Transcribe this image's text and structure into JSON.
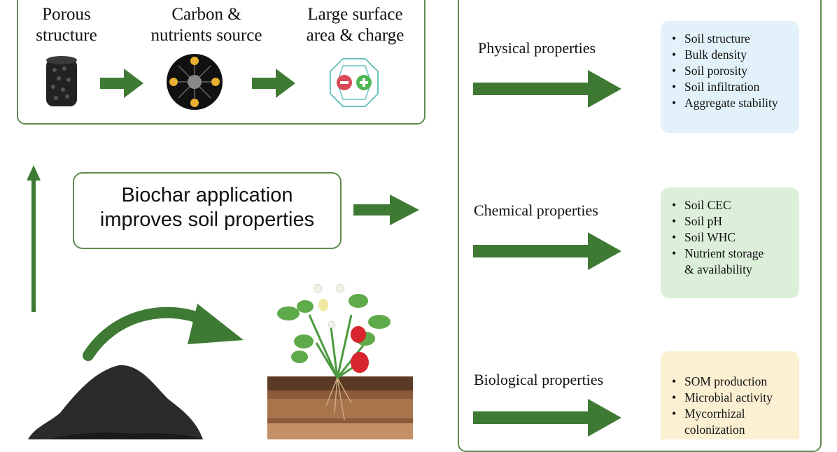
{
  "top_box": {
    "porous": "Porous\nstructure",
    "carbon": "Carbon &\nnutrients source",
    "surface": "Large surface\narea & charge"
  },
  "center": {
    "text": "Biochar application\nimproves soil properties"
  },
  "properties": [
    {
      "title": "Physical properties",
      "color": "#e3f1fa",
      "items": [
        "Soil structure",
        "Bulk density",
        "Soil porosity",
        "Soil infiltration",
        "Aggregate stability"
      ]
    },
    {
      "title": "Chemical properties",
      "color": "#dcefd9",
      "items": [
        "Soil CEC",
        "Soil pH",
        "Soil WHC",
        "Nutrient storage",
        "& availability"
      ]
    },
    {
      "title": "Biological properties",
      "color": "#fbf0d2",
      "items": [
        "SOM production",
        "Microbial activity",
        "Mycorrhizal",
        "colonization"
      ]
    }
  ],
  "colors": {
    "arrow": "#3f7a35",
    "border": "#5e8a50"
  }
}
